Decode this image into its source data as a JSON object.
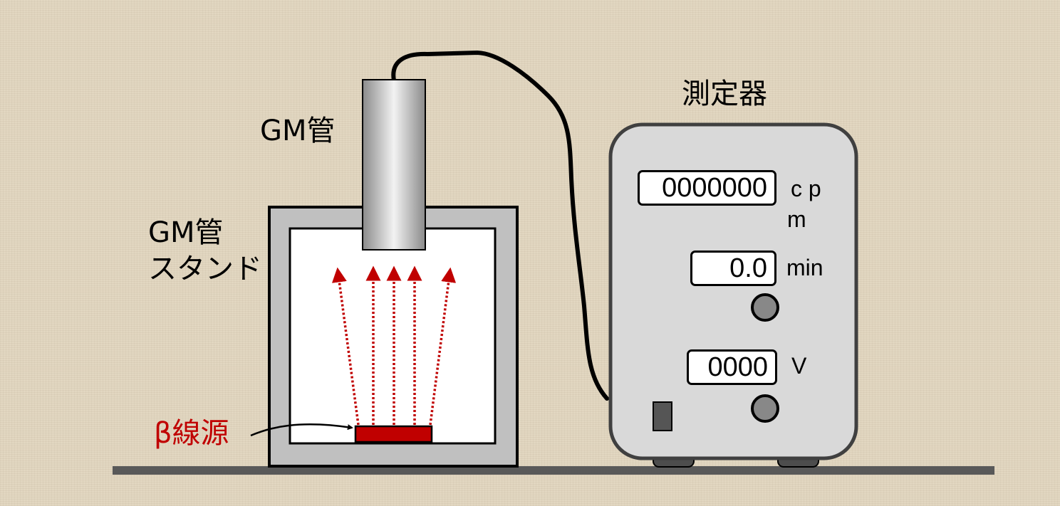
{
  "labels": {
    "gm_tube": "GM管",
    "stand_line1": "GM管",
    "stand_line2": "スタンド",
    "source": "β線源",
    "meter": "測定器"
  },
  "meter": {
    "count_display": "0000000",
    "count_unit_line1": "c p",
    "count_unit_line2": "m",
    "time_display": "0.0",
    "time_unit": "min",
    "voltage_display": "0000",
    "voltage_unit": "V"
  },
  "colors": {
    "background": "#e2d7c1",
    "ground": "#595959",
    "stand": "#c0c0c0",
    "meter_body": "#d9d9d9",
    "radiation": "#c00000",
    "source": "#c00000"
  }
}
